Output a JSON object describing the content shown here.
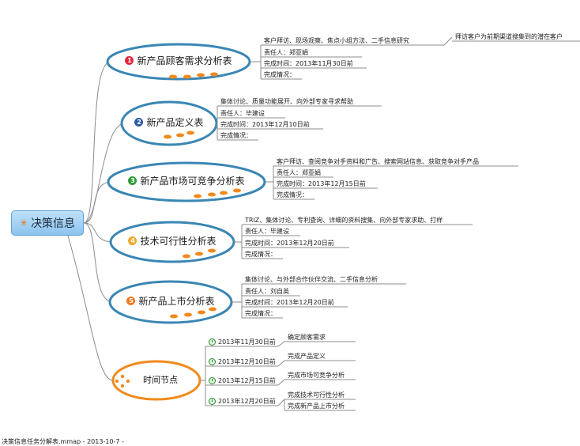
{
  "root": {
    "label": "决策信息"
  },
  "branches": [
    {
      "num": "1",
      "label": "新产品顾客需求分析表",
      "details": [
        "客户拜访、现场观察、焦点小组方法、二手信息研究",
        "责任人：郑亚娟",
        "完成时间：2013年11月30日前",
        "完成情况："
      ],
      "note": "拜访客户为前期渠道搜集到的潜在客户"
    },
    {
      "num": "2",
      "label": "新产品定义表",
      "details": [
        "集体讨论、质量功能展开、向外部专家寻求帮助",
        "责任人：毕建设",
        "完成时间：2013年12月10日前",
        "完成情况："
      ]
    },
    {
      "num": "3",
      "label": "新产品市场可竞争分析表",
      "details": [
        "客户拜访、查阅竞争对手资料和广告、搜索网站信息、获取竞争对手产品",
        "责任人：郑亚娟",
        "完成时间：2013年12月15日前",
        "完成情况："
      ]
    },
    {
      "num": "4",
      "label": "技术可行性分析表",
      "details": [
        "TRIZ、集体讨论、专利查询、详细的资料搜集、向外部专家求助、打样",
        "责任人：毕建设",
        "完成时间：2013年12月20日前",
        "完成情况："
      ]
    },
    {
      "num": "5",
      "label": "新产品上市分析表",
      "details": [
        "集体讨论、与外部合作伙伴交流、二手信息分析",
        "责任人：刘自英",
        "完成时间：2013年12月20日前",
        "完成情况："
      ]
    }
  ],
  "timeline": {
    "label": "时间节点",
    "items": [
      {
        "date": "2013年11月30日前",
        "tasks": [
          "确定顾客需求"
        ]
      },
      {
        "date": "2013年12月10日前",
        "tasks": [
          "完成产品定义"
        ]
      },
      {
        "date": "2013年12月15日前",
        "tasks": [
          "完成市场可竞争分析"
        ]
      },
      {
        "date": "2013年12月20日前",
        "tasks": [
          "完成技术可行性分析",
          "完成新产品上市分析"
        ]
      }
    ]
  },
  "footer": "决策信息任务分解表.mmap - 2013-10-7 -",
  "colors": {
    "ellipse_fill": "#ffffff",
    "ellipse_stroke": "#3a86b4",
    "timeline_stroke": "#f08a1c",
    "dots": "#f08a1c",
    "line": "#8c8c8c",
    "badges": [
      "#e0283c",
      "#2f5ca8",
      "#2e9b3a",
      "#f0a82a",
      "#f07a1c"
    ]
  }
}
